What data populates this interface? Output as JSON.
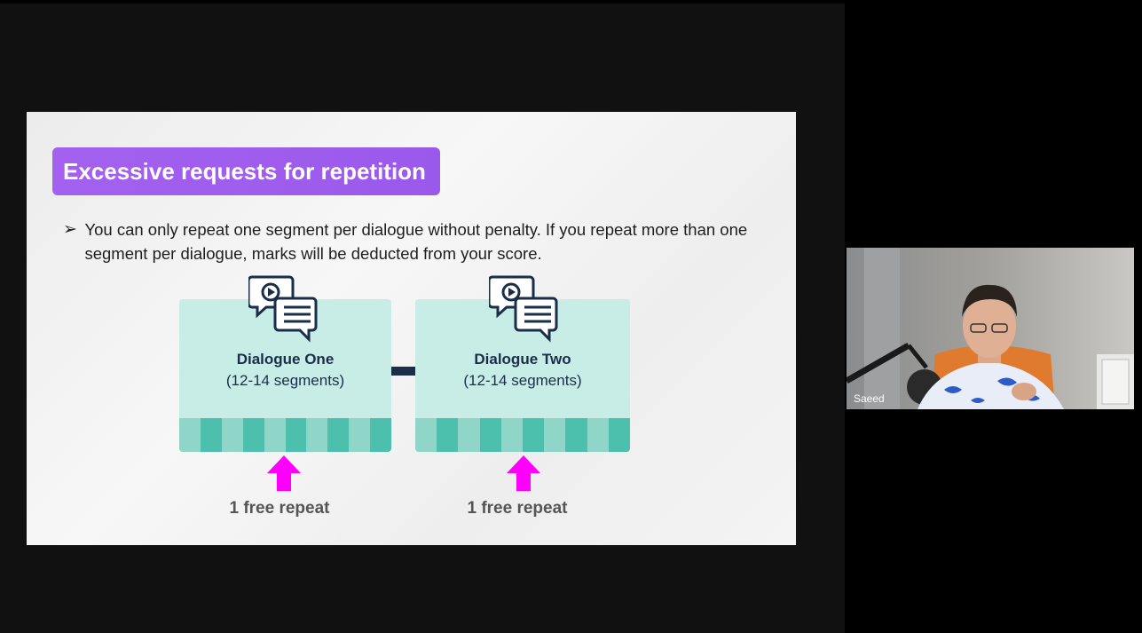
{
  "slide": {
    "title": "Excessive requests for repetition",
    "bullet_symbol": "➢",
    "bullet_text": "You can only repeat one segment per dialogue without penalty. If you repeat more than one segment per dialogue, marks will be deducted from your score.",
    "dialogues": [
      {
        "title": "Dialogue One",
        "subtitle": "(12-14 segments)",
        "repeat_label": "1 free repeat"
      },
      {
        "title": "Dialogue Two",
        "subtitle": "(12-14 segments)",
        "repeat_label": "1 free repeat"
      }
    ]
  },
  "webcam": {
    "participant_name": "Saeed"
  },
  "colors": {
    "title_bg": "#a461ef",
    "dialogue_bg": "#c8ece6",
    "segment_light": "#8fd5c8",
    "segment_dark": "#4cbfad",
    "arrow": "#ff00ff",
    "navy": "#1a2e4a"
  },
  "icons": {
    "dialogue_icon": "chat-play-icon",
    "repeat_icon": "arrow-up-icon"
  }
}
